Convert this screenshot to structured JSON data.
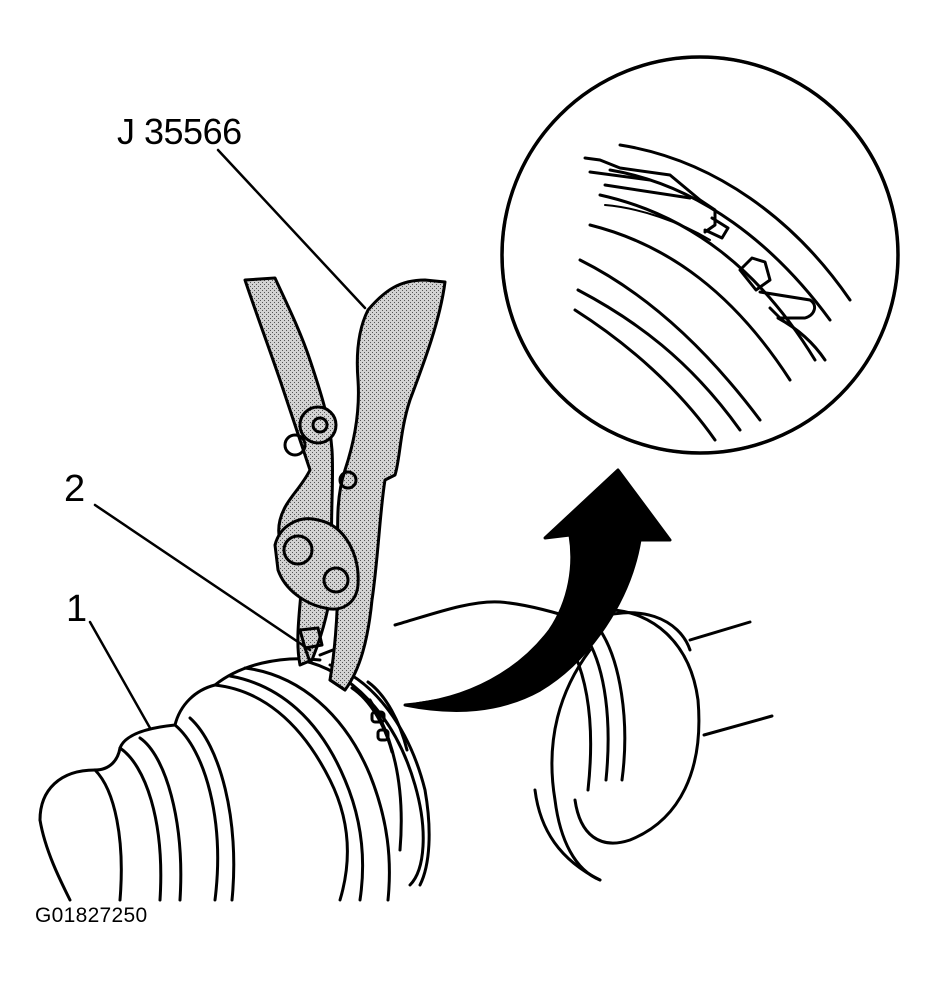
{
  "labels": {
    "tool": "J 35566",
    "callout_1": "1",
    "callout_2": "2",
    "figure_code": "G01827250"
  },
  "colors": {
    "line": "#000000",
    "tool_fill": "#bdbdbd",
    "background": "#ffffff"
  }
}
